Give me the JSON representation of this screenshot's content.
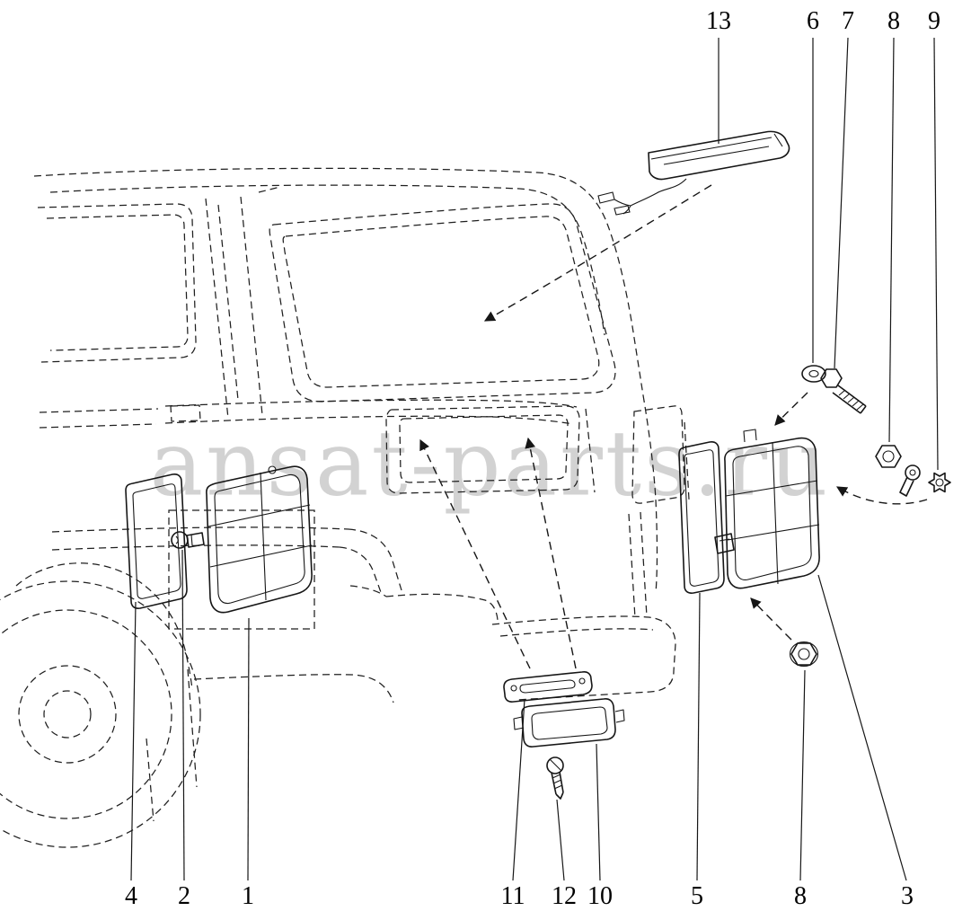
{
  "diagram": {
    "watermark": "ansat-parts.ru",
    "colors": {
      "background": "#ffffff",
      "line": "#1a1a1a",
      "watermark": "#d2d2d2"
    },
    "callouts": {
      "top": [
        {
          "label": "13"
        },
        {
          "label": "6"
        },
        {
          "label": "7"
        },
        {
          "label": "8"
        },
        {
          "label": "9"
        }
      ],
      "bottom": [
        {
          "label": "4"
        },
        {
          "label": "2"
        },
        {
          "label": "1"
        },
        {
          "label": "11"
        },
        {
          "label": "12"
        },
        {
          "label": "10"
        },
        {
          "label": "5"
        },
        {
          "label": "8"
        },
        {
          "label": "3"
        }
      ]
    }
  }
}
